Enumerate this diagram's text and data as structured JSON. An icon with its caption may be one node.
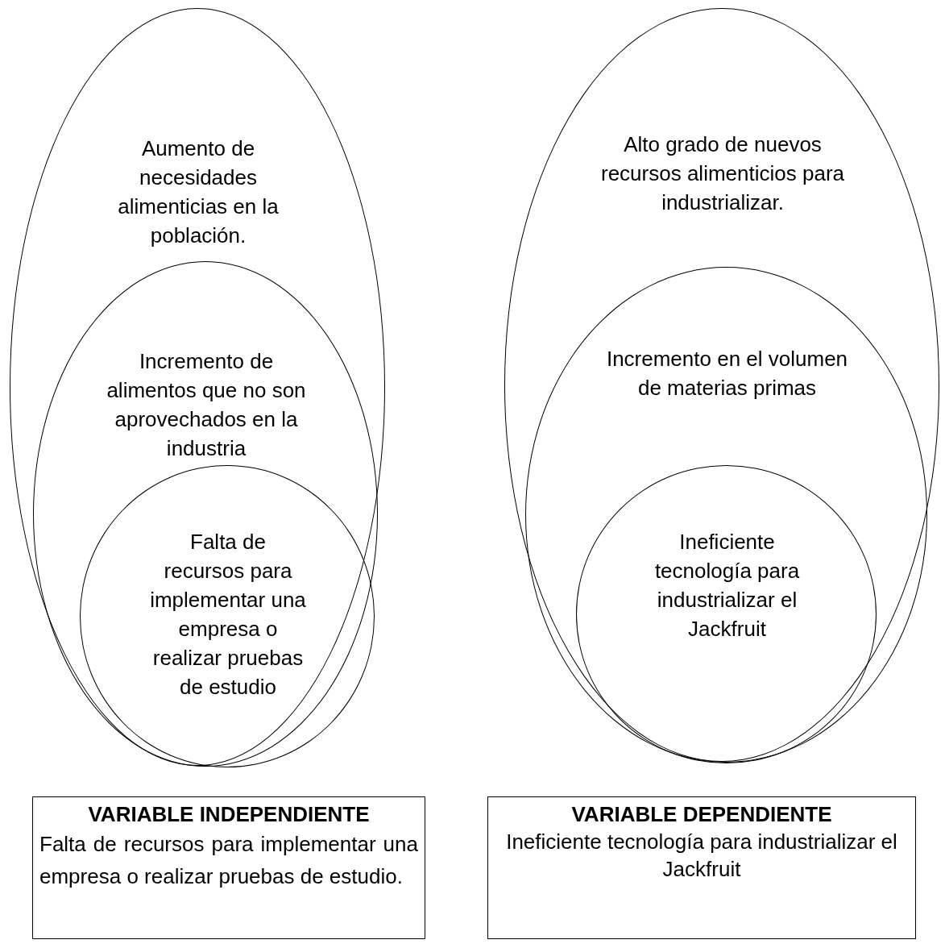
{
  "diagram": {
    "nodes": [
      {
        "text": [
          "Aumento de necesidades alimenticias en la población."
        ]
      },
      {
        "text": [
          "Incremento de alimentos que no son aprovechados en la industria"
        ],
        "in": 0
      },
      {
        "text": [
          "Falta de recursos para implementar una empresa o realizar pruebas de estudio"
        ],
        "in": 1
      },
      {
        "text": [
          "Alto grado de nuevos recursos alimenticios para industrializar."
        ]
      },
      {
        "text": [
          "Incremento en el volumen de materias primas"
        ],
        "in": 3
      },
      {
        "text": [
          "Ineficiente tecnología para industrializar el Jackfruit"
        ],
        "in": 4
      },
      {
        "text": [
          "VARIABLE INDEPENDIENTE",
          "Falta de recursos para implementar una empresa o realizar pruebas de estudio."
        ]
      },
      {
        "text": [
          "VARIABLE DEPENDIENTE",
          "Ineficiente tecnología para industrializar el Jackfruit"
        ]
      }
    ]
  }
}
